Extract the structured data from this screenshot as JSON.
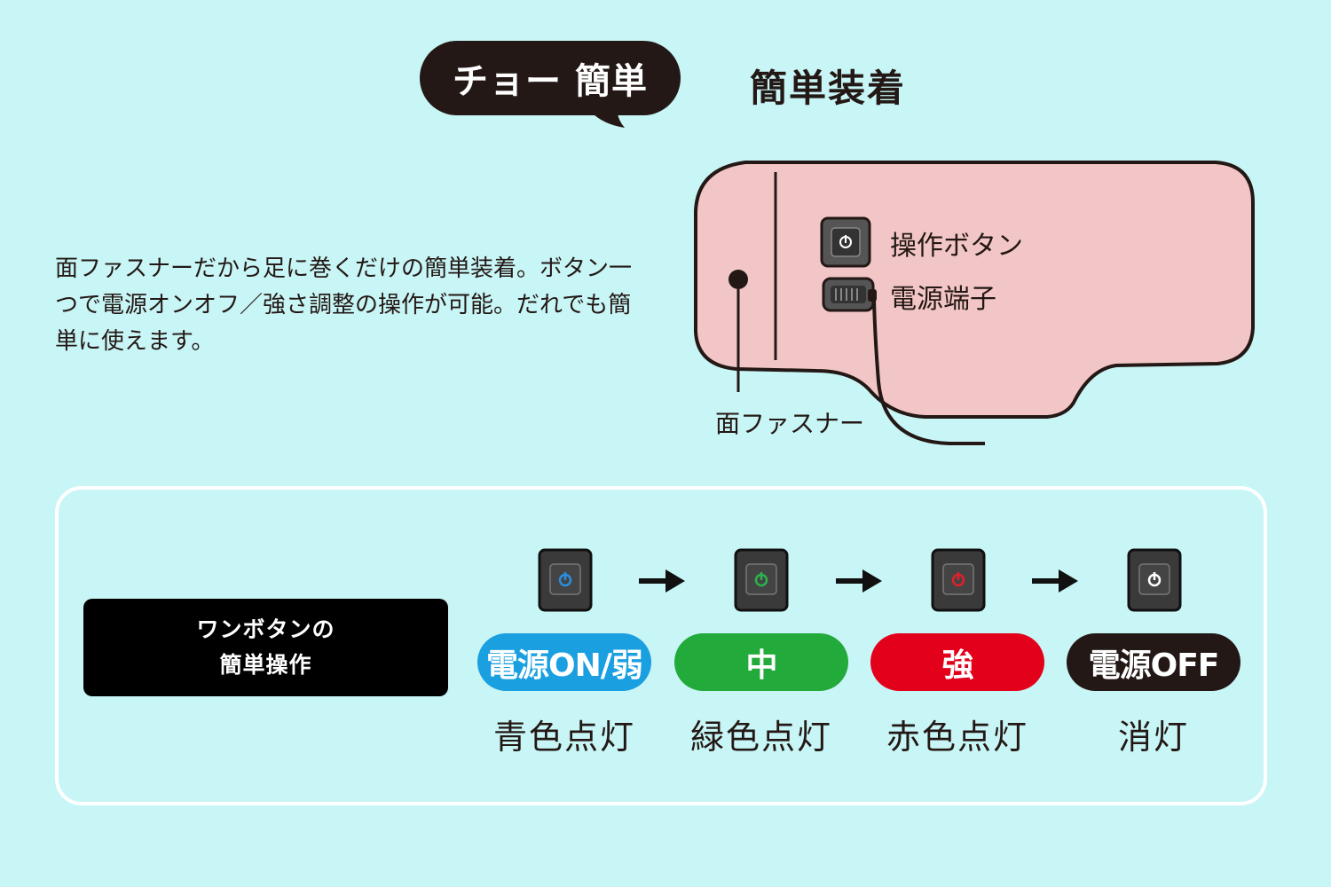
{
  "header": {
    "bubble_text": "チョー 簡単",
    "heading": "簡単装着"
  },
  "description": "面ファスナーだから足に巻くだけの簡単装着。ボタン一つで電源オンオフ／強さ調整の操作が可能。だれでも簡単に使えます。",
  "diagram": {
    "operation_button_label": "操作ボタン",
    "power_terminal_label": "電源端子",
    "fastener_label": "面ファスナー",
    "pad_color": "#f2c6c6"
  },
  "operation": {
    "title_line1": "ワンボタンの",
    "title_line2": "簡単操作",
    "states": [
      {
        "pill": "電源ON/弱",
        "label": "青色点灯",
        "color": "#1a9fe0",
        "icon_color": "#2a8ee0"
      },
      {
        "pill": "中",
        "label": "緑色点灯",
        "color": "#22aa3a",
        "icon_color": "#2bb34a"
      },
      {
        "pill": "強",
        "label": "赤色点灯",
        "color": "#e3001b",
        "icon_color": "#e0202a"
      },
      {
        "pill": "電源OFF",
        "label": "消灯",
        "color": "#231815",
        "icon_color": "#ffffff"
      }
    ]
  }
}
